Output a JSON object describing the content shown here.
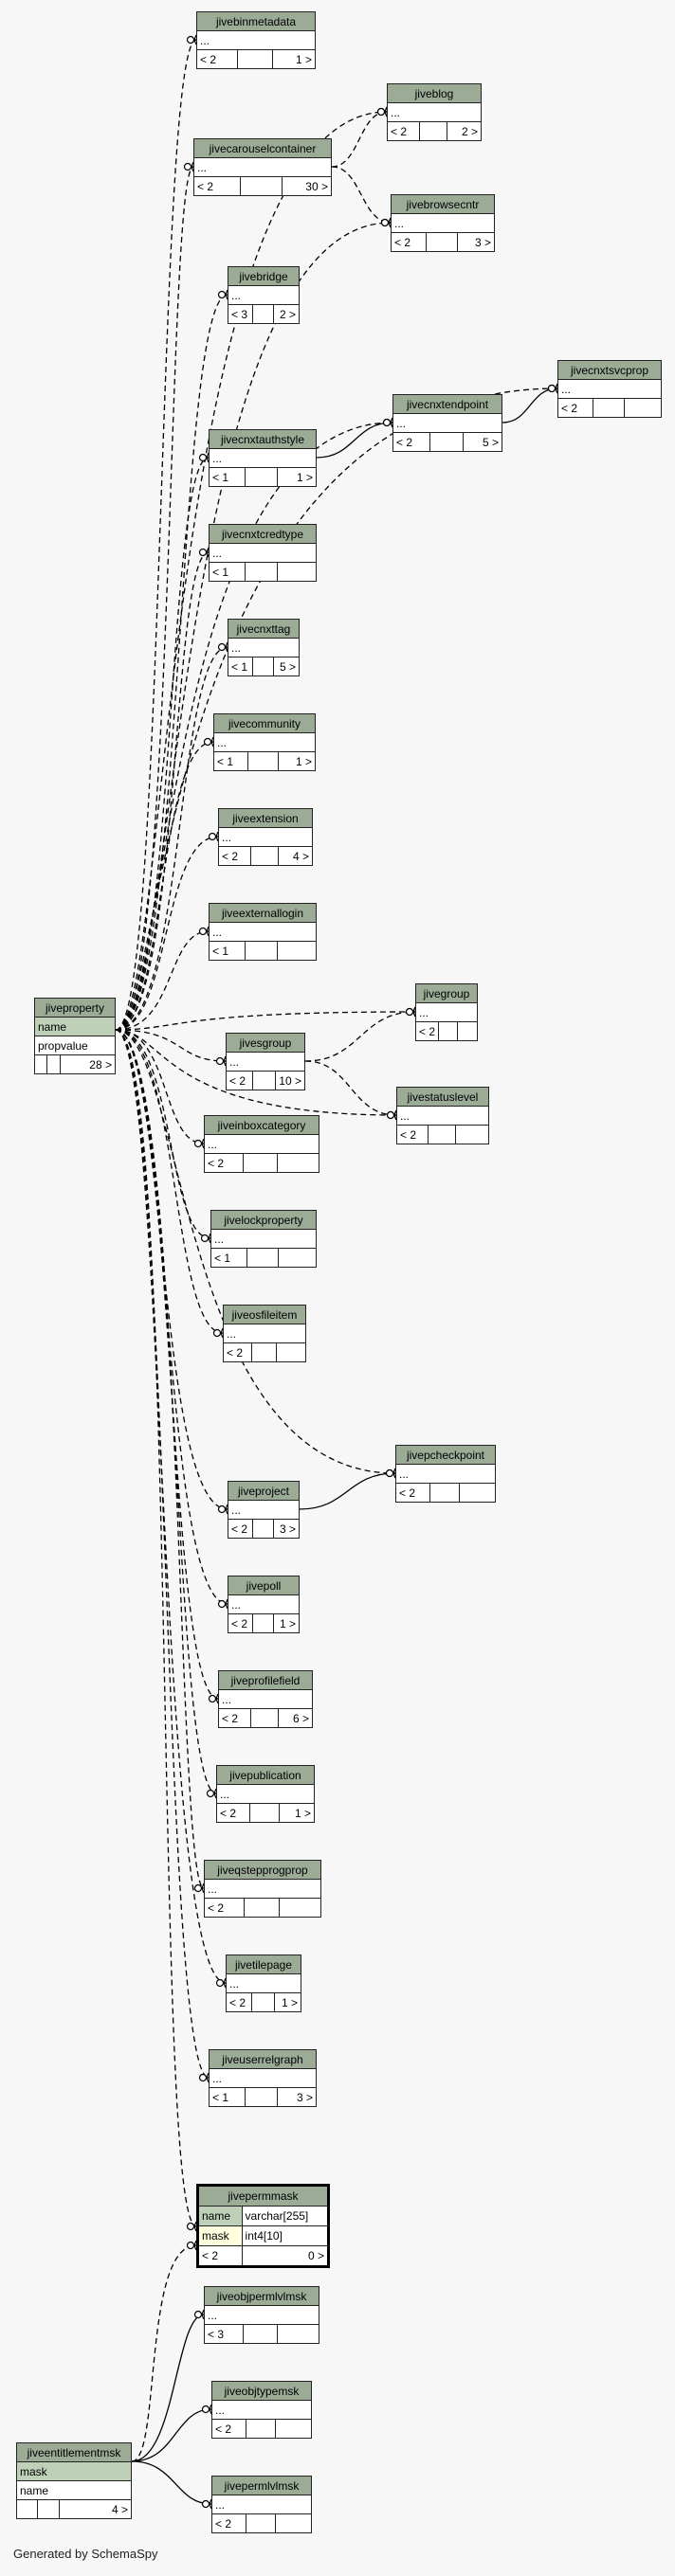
{
  "focus_table": {
    "name": "jivepermmask",
    "columns": [
      {
        "name": "name",
        "type": "varchar[255]"
      },
      {
        "name": "mask",
        "type": "int4[10]"
      }
    ],
    "parents": "< 2",
    "children": "0 >"
  },
  "tables": [
    {
      "name": "jivebinmetadata",
      "row": "...",
      "parents": "< 2",
      "children": "1 >"
    },
    {
      "name": "jiveblog",
      "row": "...",
      "parents": "< 2",
      "children": "2 >"
    },
    {
      "name": "jivecarouselcontainer",
      "row": "...",
      "parents": "< 2",
      "children": "30 >"
    },
    {
      "name": "jivebrowsecntr",
      "row": "...",
      "parents": "< 2",
      "children": "3 >"
    },
    {
      "name": "jivebridge",
      "row": "...",
      "parents": "< 3",
      "children": "2 >"
    },
    {
      "name": "jivecnxtsvcprop",
      "row": "...",
      "parents": "< 2",
      "children": ""
    },
    {
      "name": "jivecnxtendpoint",
      "row": "...",
      "parents": "< 2",
      "children": "5 >"
    },
    {
      "name": "jivecnxtauthstyle",
      "row": "...",
      "parents": "< 1",
      "children": "1 >"
    },
    {
      "name": "jivecnxtcredtype",
      "row": "...",
      "parents": "< 1",
      "children": ""
    },
    {
      "name": "jivecnxttag",
      "row": "...",
      "parents": "< 1",
      "children": "5 >"
    },
    {
      "name": "jivecommunity",
      "row": "...",
      "parents": "< 1",
      "children": "1 >"
    },
    {
      "name": "jiveextension",
      "row": "...",
      "parents": "< 2",
      "children": "4 >"
    },
    {
      "name": "jiveexternallogin",
      "row": "...",
      "parents": "< 1",
      "children": ""
    },
    {
      "name": "jivegroup",
      "row": "...",
      "parents": "< 2",
      "children": ""
    },
    {
      "name": "jivesgroup",
      "row": "...",
      "parents": "< 2",
      "children": "10 >"
    },
    {
      "name": "jivestatuslevel",
      "row": "...",
      "parents": "< 2",
      "children": ""
    },
    {
      "name": "jiveinboxcategory",
      "row": "...",
      "parents": "< 2",
      "children": ""
    },
    {
      "name": "jivelockproperty",
      "row": "...",
      "parents": "< 1",
      "children": ""
    },
    {
      "name": "jiveosfileitem",
      "row": "...",
      "parents": "< 2",
      "children": ""
    },
    {
      "name": "jivepcheckpoint",
      "row": "...",
      "parents": "< 2",
      "children": ""
    },
    {
      "name": "jiveproject",
      "row": "...",
      "parents": "< 2",
      "children": "3 >"
    },
    {
      "name": "jivepoll",
      "row": "...",
      "parents": "< 2",
      "children": "1 >"
    },
    {
      "name": "jiveprofilefield",
      "row": "...",
      "parents": "< 2",
      "children": "6 >"
    },
    {
      "name": "jivepublication",
      "row": "...",
      "parents": "< 2",
      "children": "1 >"
    },
    {
      "name": "jiveqstepprogprop",
      "row": "...",
      "parents": "< 2",
      "children": ""
    },
    {
      "name": "jivetilepage",
      "row": "...",
      "parents": "< 2",
      "children": "1 >"
    },
    {
      "name": "jiveuserrelgraph",
      "row": "...",
      "parents": "< 1",
      "children": "3 >"
    },
    {
      "name": "jiveobjpermlvlmsk",
      "row": "...",
      "parents": "< 3",
      "children": ""
    },
    {
      "name": "jiveobjtypemsk",
      "row": "...",
      "parents": "< 2",
      "children": ""
    },
    {
      "name": "jivepermlvlmsk",
      "row": "...",
      "parents": "< 2",
      "children": ""
    }
  ],
  "property_table": {
    "name": "jiveproperty",
    "key": "name",
    "col": "propvalue",
    "parents": "",
    "children": "28 >"
  },
  "entitlement_table": {
    "name": "jiveentitlementmsk",
    "key": "mask",
    "col": "name",
    "parents": "",
    "children": "4 >"
  },
  "footer": "Generated by SchemaSpy"
}
